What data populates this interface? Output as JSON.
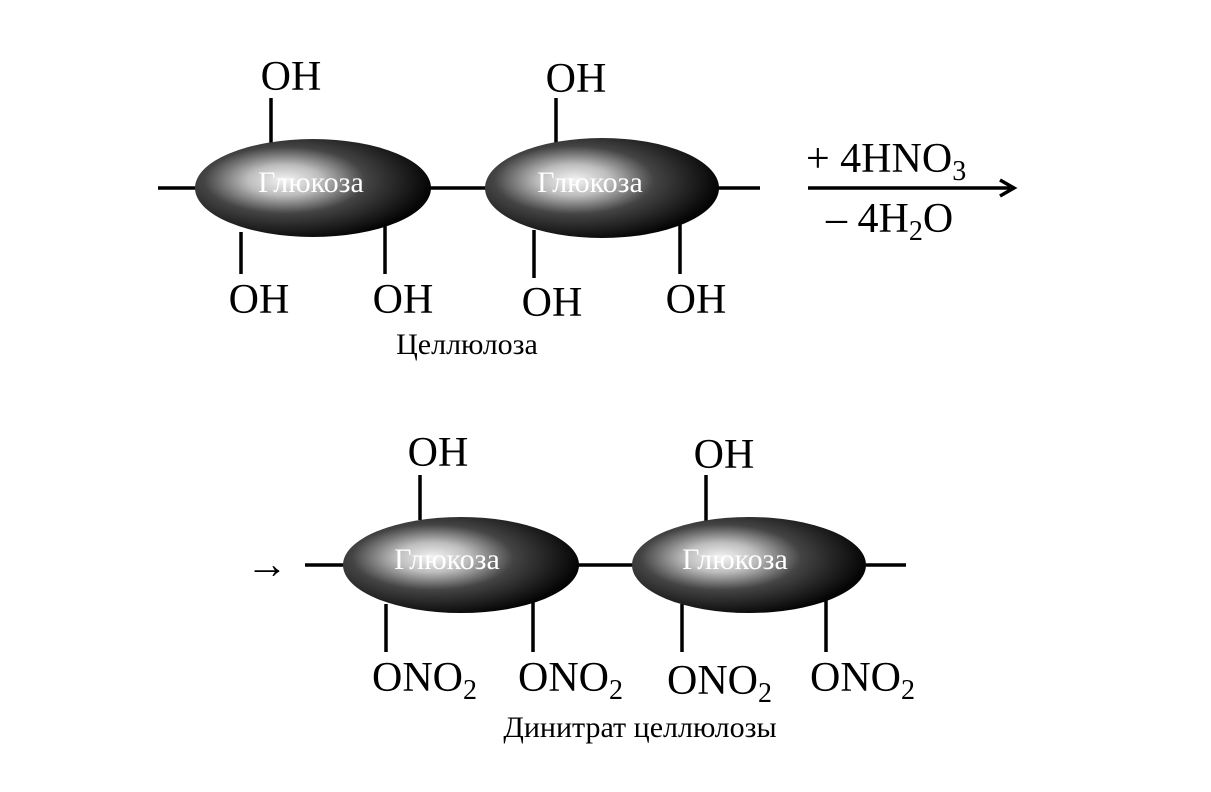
{
  "top": {
    "ring_label": "Глюкоза",
    "upper_groups": [
      "OH",
      "OH"
    ],
    "lower_groups": [
      "OH",
      "OH",
      "OH",
      "OH"
    ],
    "caption": "Целлюлоза"
  },
  "reaction": {
    "reagent_prefix": "+ 4HNO",
    "reagent_sub": "3",
    "byproduct_prefix": "– 4H",
    "byproduct_sub": "2",
    "byproduct_suffix": "O",
    "arrow": "→"
  },
  "bottom": {
    "lead_arrow": "→",
    "ring_label": "Глюкоза",
    "upper_groups": [
      "OH",
      "OH"
    ],
    "lower_groups": [
      "ONO2",
      "ONO2",
      "ONO2",
      "ONO2"
    ],
    "lower_group_main": "ONO",
    "lower_group_sub": "2",
    "caption": "Динитрат целлюлозы"
  }
}
